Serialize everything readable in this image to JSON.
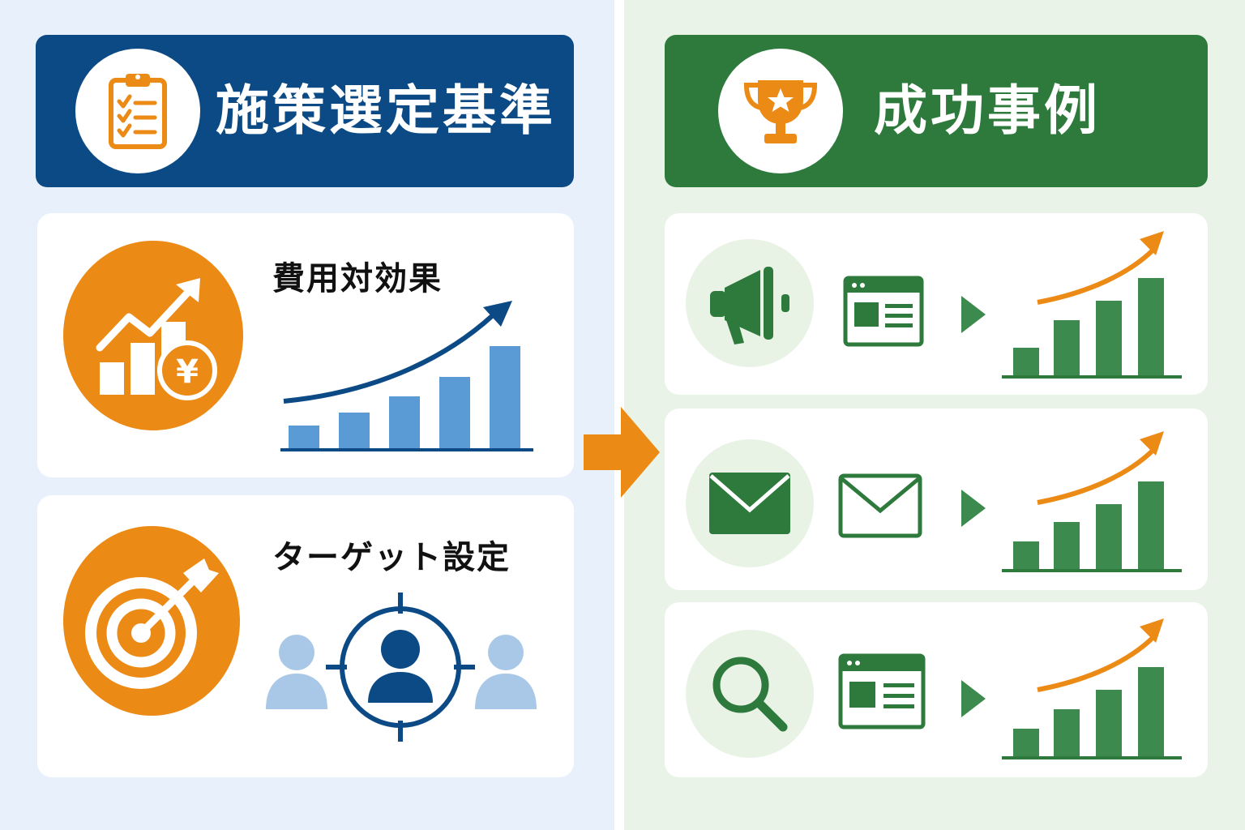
{
  "left_panel": {
    "header_title": "施策選定基準",
    "header_icon": "clipboard-checklist-icon",
    "criteria": [
      {
        "title": "費用対効果",
        "icon": "yen-growth-chart-icon",
        "illustration": "rising-bar-chart"
      },
      {
        "title": "ターゲット設定",
        "icon": "target-arrow-icon",
        "illustration": "targeted-person"
      }
    ]
  },
  "right_panel": {
    "header_title": "成功事例",
    "header_icon": "trophy-star-icon",
    "cases": [
      {
        "icon": "megaphone-icon",
        "channel_icon": "web-page-icon",
        "result": "growth-chart"
      },
      {
        "icon": "envelope-filled-icon",
        "channel_icon": "envelope-outline-icon",
        "result": "growth-chart"
      },
      {
        "icon": "magnifier-icon",
        "channel_icon": "web-page-icon",
        "result": "growth-chart"
      }
    ]
  },
  "colors": {
    "navy": "#0c4a86",
    "green": "#2d7a3c",
    "orange": "#ec8a16",
    "light_blue": "#5b9bd5",
    "bar_green": "#3d8a4e",
    "bg_left": "#e8f1fb",
    "bg_right": "#eaf3e8"
  }
}
